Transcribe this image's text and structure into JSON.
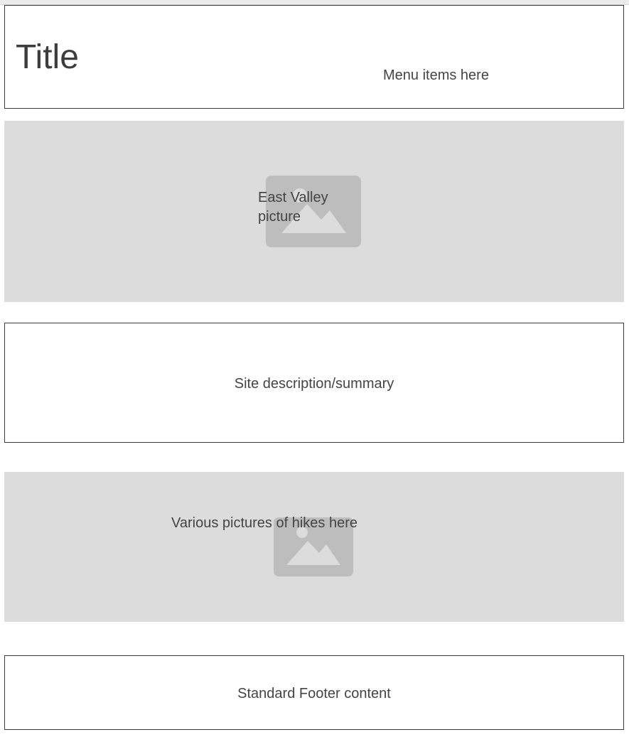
{
  "header": {
    "title": "Title",
    "menu_text": "Menu items here"
  },
  "hero": {
    "caption": "East Valley picture",
    "icon": "image-placeholder-icon"
  },
  "summary": {
    "text": "Site description/summary"
  },
  "gallery": {
    "caption": "Various pictures of hikes here",
    "icon": "image-placeholder-icon"
  },
  "footer": {
    "text": "Standard Footer content"
  },
  "colors": {
    "placeholder_bg": "#dcdcdc",
    "icon_fill": "#bdbdbd",
    "border": "#3a3a3a",
    "text": "#444444"
  }
}
